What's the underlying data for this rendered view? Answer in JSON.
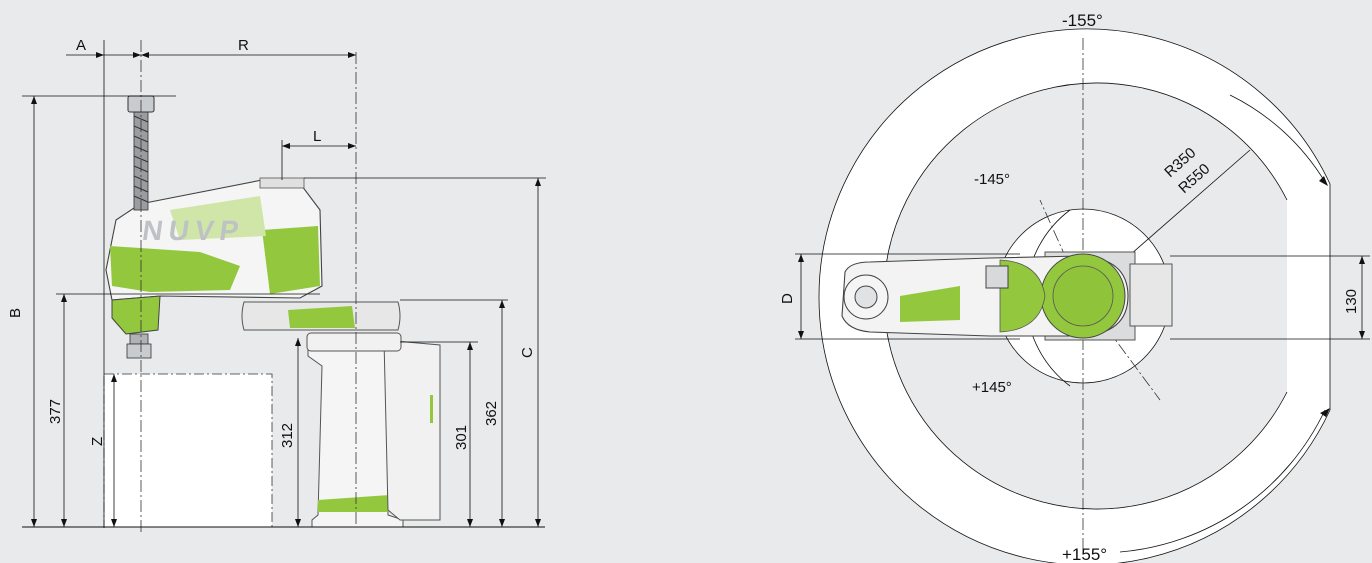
{
  "colors": {
    "background": "#e8eaeb",
    "robot_green": "#93c83e",
    "robot_white": "#f4f5f4",
    "robot_grey": "#c9cccf",
    "line": "#111111",
    "dashdot": "#333333"
  },
  "side_view": {
    "labels": {
      "a": "A",
      "r": "R",
      "l": "L",
      "b": "B",
      "c": "C",
      "z": "Z",
      "dim_377": "377",
      "dim_312": "312",
      "dim_301": "301",
      "dim_362": "362"
    },
    "logo_text": "NUVP"
  },
  "top_view": {
    "labels": {
      "neg155": "-155°",
      "pos155": "+155°",
      "neg145": "-145°",
      "pos145": "+145°",
      "r350": "R350",
      "r550": "R550",
      "d": "D",
      "dim_130": "130"
    }
  }
}
